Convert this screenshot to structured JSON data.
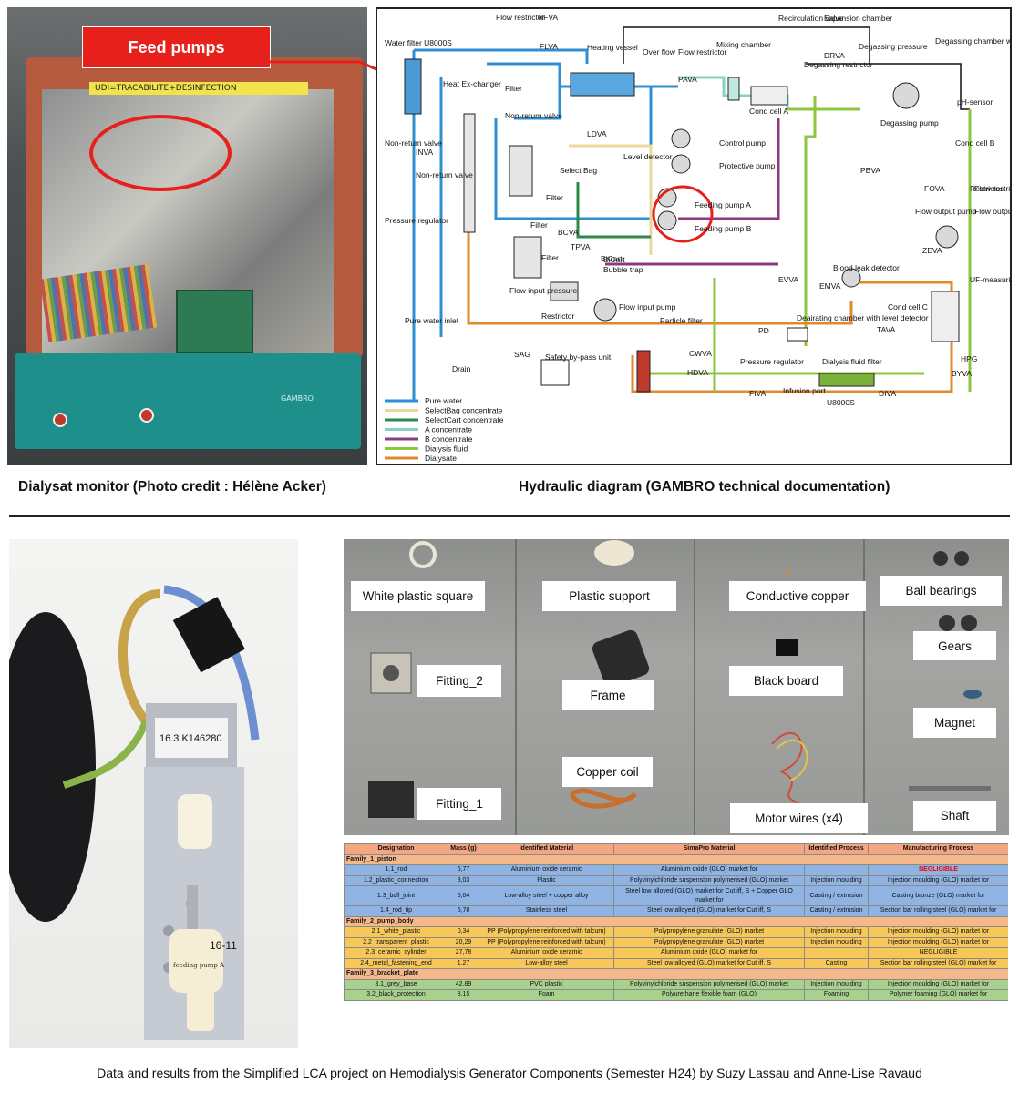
{
  "photo_monitor": {
    "callout": "Feed pumps",
    "tape_text": "UDI=TRACABILITE+DESINFECTION",
    "brand": "GAMBRO"
  },
  "captions": {
    "monitor": "Dialysat monitor (Photo credit : Hélène Acker)",
    "diagram": "Hydraulic diagram (GAMBRO technical documentation)"
  },
  "diagram": {
    "labels": [
      "Flow restrictor",
      "RFVA",
      "FLVA",
      "Water filter U8000S",
      "Heating vessel",
      "Over flow",
      "Filter",
      "Flow restrictor",
      "PAVA",
      "Mixing chamber",
      "Recirculation valve",
      "Expansion chamber",
      "DRVA",
      "Degassing restrictor",
      "Degassing pressure",
      "Degassing chamber with level detector",
      "Degassing pump",
      "pH-sensor",
      "Cond cell A",
      "Cond cell B",
      "Flow restrictor",
      "Heat Ex-changer",
      "Non-return valve",
      "INVA",
      "Non-return valve",
      "Pressure regulator",
      "Pure water inlet",
      "Drain",
      "LDVA",
      "Level detector",
      "Select Bag",
      "Control pump",
      "Protective pump",
      "Non-return valve",
      "Filter",
      "Feeding pump A",
      "Feeding pump B",
      "PBVA",
      "FOVA",
      "Restrictor",
      "Flow output pump",
      "Flow output pressure",
      "ZEVA",
      "UF-measuring cell",
      "Filter",
      "BCVA",
      "TPVA",
      "BiCart",
      "Filter",
      "BiCart",
      "Bubble trap",
      "Flow input pressure",
      "Restrictor",
      "Flow input pump",
      "EVVA",
      "EMVA",
      "Blood leak detector",
      "Cond cell C",
      "PD",
      "Deairating chamber with level detector",
      "TAVA",
      "Particle filter",
      "CWVA",
      "HDVA",
      "Pressure regulator",
      "Dialysis fluid filter",
      "U8000S",
      "FIVA",
      "Infusion port",
      "DIVA",
      "BYVA",
      "HPG",
      "SAG",
      "Safety by-pass unit"
    ],
    "legend": [
      {
        "label": "Pure water",
        "color": "#2f8fd0"
      },
      {
        "label": "SelectBag concentrate",
        "color": "#e8d89a"
      },
      {
        "label": "SelectCart concentrate",
        "color": "#2d8a4b"
      },
      {
        "label": "A concentrate",
        "color": "#86d0c4"
      },
      {
        "label": "B concentrate",
        "color": "#8a3d7a"
      },
      {
        "label": "Dialysis fluid",
        "color": "#8cc63e"
      },
      {
        "label": "Dialysate",
        "color": "#e08a2c"
      }
    ]
  },
  "components": [
    {
      "key": "white_plastic_square",
      "label": "White plastic square"
    },
    {
      "key": "plastic_support",
      "label": "Plastic support"
    },
    {
      "key": "conductive_copper",
      "label": "Conductive copper"
    },
    {
      "key": "ball_bearings",
      "label": "Ball bearings"
    },
    {
      "key": "gears",
      "label": "Gears"
    },
    {
      "key": "fitting_2",
      "label": "Fitting_2"
    },
    {
      "key": "frame",
      "label": "Frame"
    },
    {
      "key": "black_board",
      "label": "Black board"
    },
    {
      "key": "magnet",
      "label": "Magnet"
    },
    {
      "key": "copper_coil",
      "label": "Copper coil"
    },
    {
      "key": "fitting_1",
      "label": "Fitting_1"
    },
    {
      "key": "motor_wires",
      "label": "Motor wires (x4)"
    },
    {
      "key": "shaft",
      "label": "Shaft"
    }
  ],
  "pump_photo": {
    "tag_top": "16.3 K146280",
    "tag_bottom": "16-11",
    "handwriting": "feeding pump A"
  },
  "table": {
    "headers": [
      "Designation",
      "Mass (g)",
      "Identified Material",
      "SimaPro Material",
      "Identified Process",
      "Manufacturing Process"
    ],
    "rows": [
      {
        "type": "family",
        "cells": [
          "Family_1_piston"
        ]
      },
      {
        "type": "fam1",
        "cells": [
          "1.1_rod",
          "6,77",
          "Aluminium oxide ceramic",
          "Aluminium oxide (GLO) market for",
          "",
          "NEGLIGIBLE"
        ],
        "red_last": true
      },
      {
        "type": "fam1",
        "cells": [
          "1.2_plastic_connection",
          "3,03",
          "Plastic",
          "Polyvinylchloride suspension polymerised (GLO) market",
          "Injection moulding",
          "Injection moulding (GLO) market for"
        ]
      },
      {
        "type": "fam1",
        "tall": true,
        "cells": [
          "1.3_ball_joint",
          "5,04",
          "Low-alloy steel + copper alloy",
          "Steel low alloyed (GLO) market for Cut iff, S + Copper GLO market for",
          "Casting / extrusion",
          "Casting bronze (GLO) market for"
        ]
      },
      {
        "type": "fam1",
        "cells": [
          "1.4_rod_tip",
          "5,78",
          "Stainless steel",
          "Steel low alloyed (GLO) market for Cut iff, S",
          "Casting / extrusion",
          "Section bar rolling steel (GLO) market for"
        ]
      },
      {
        "type": "family",
        "cells": [
          "Family_2_pump_body"
        ]
      },
      {
        "type": "fam2",
        "cells": [
          "2.1_white_plastic",
          "0,34",
          "PP (Polypropylene reinforced with talcum)",
          "Polypropylene granulate (GLO) market",
          "Injection moulding",
          "Injection moulding (GLO) market for"
        ]
      },
      {
        "type": "fam2",
        "cells": [
          "2.2_transparent_plastic",
          "20,29",
          "PP (Polypropylene reinforced with talcum)",
          "Polypropylene granulate (GLO) market",
          "Injection moulding",
          "Injection moulding (GLO) market for"
        ]
      },
      {
        "type": "fam2",
        "cells": [
          "2.3_ceramic_cylinder",
          "27,78",
          "Aluminium oxide ceramic",
          "Aluminium oxide (GLO) market for",
          "",
          "NEGLIGIBLE"
        ]
      },
      {
        "type": "fam2",
        "cells": [
          "2.4_metal_fastening_end",
          "1,27",
          "Low-alloy steel",
          "Steel low alloyed (GLO) market for Cut iff, S",
          "Casting",
          "Section bar rolling steel (GLO) market for"
        ]
      },
      {
        "type": "family",
        "cells": [
          "Family_3_bracket_plate"
        ]
      },
      {
        "type": "fam3",
        "cells": [
          "3.1_grey_base",
          "42,89",
          "PVC plastic",
          "Polyvinylchloride suspension polymerised (GLO) market",
          "Injection moulding",
          "Injection moulding (GLO) market for"
        ]
      },
      {
        "type": "fam3",
        "cells": [
          "3.2_black_protection",
          "8,15",
          "Foam",
          "Polyurethane flexible foam (GLO)",
          "Foaming",
          "Polymer foaming (GLO) market for"
        ]
      }
    ]
  },
  "footer": "Data and results from the Simplified LCA project on Hemodialysis Generator Components (Semester H24) by Suzy Lassau and Anne-Lise Ravaud"
}
